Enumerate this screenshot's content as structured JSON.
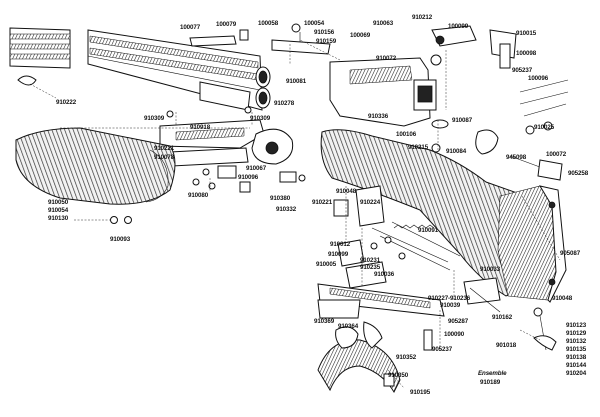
{
  "labels": {
    "l100077": "100077",
    "l100079": "100079",
    "l100058": "100058",
    "l100054": "100054",
    "l910156": "910156",
    "l910159": "910159",
    "l100069": "100069",
    "l910063": "910063",
    "l910212": "910212",
    "l100099": "100099",
    "l910015": "910015",
    "l100098": "100098",
    "l905237a": "905237",
    "l100096": "100096",
    "l910072a": "910072",
    "l910081": "910081",
    "l910222": "910222",
    "l910278": "910278",
    "l910309a": "910309",
    "l910309b": "910309",
    "l910336": "910336",
    "l910087": "910087",
    "l910025": "910025",
    "l910918": "910918",
    "l100106": "100106",
    "l910215": "910215",
    "l910084": "910084",
    "l910221a": "910221",
    "l910078": "910078",
    "l910067": "910067",
    "l945098": "945098",
    "l100072": "100072",
    "l905258": "905258",
    "l910096": "910096",
    "l910080": "910080",
    "l910380": "910380",
    "l910332": "910332",
    "l910048a": "910048",
    "l910221b": "910221",
    "l910224": "910224",
    "l910050": "910050",
    "l910054": "910054",
    "l910130": "910130",
    "l910093": "910093",
    "l910091": "910091",
    "l910012": "910012",
    "l910099": "910099",
    "l910231": "910231",
    "l910235": "910235",
    "l910005": "910005",
    "l910036": "910036",
    "l910033": "910033",
    "l905087": "905087",
    "l910048b": "910048",
    "l910227": "910227-910236",
    "l910039": "910039",
    "l905287": "905287",
    "l910369": "910369",
    "l910364": "910364",
    "l910162": "910162",
    "l100090": "100090",
    "l905237b": "905237",
    "l910352": "910352",
    "l910123": "910123",
    "l910129": "910129",
    "l910132": "910132",
    "l910135": "910135",
    "l910138": "910138",
    "l910144": "910144",
    "l910204": "910204",
    "l901018": "901018",
    "l910350": "910350",
    "l910195": "910195",
    "lensemble": "Ensemble",
    "l910189": "910189"
  }
}
